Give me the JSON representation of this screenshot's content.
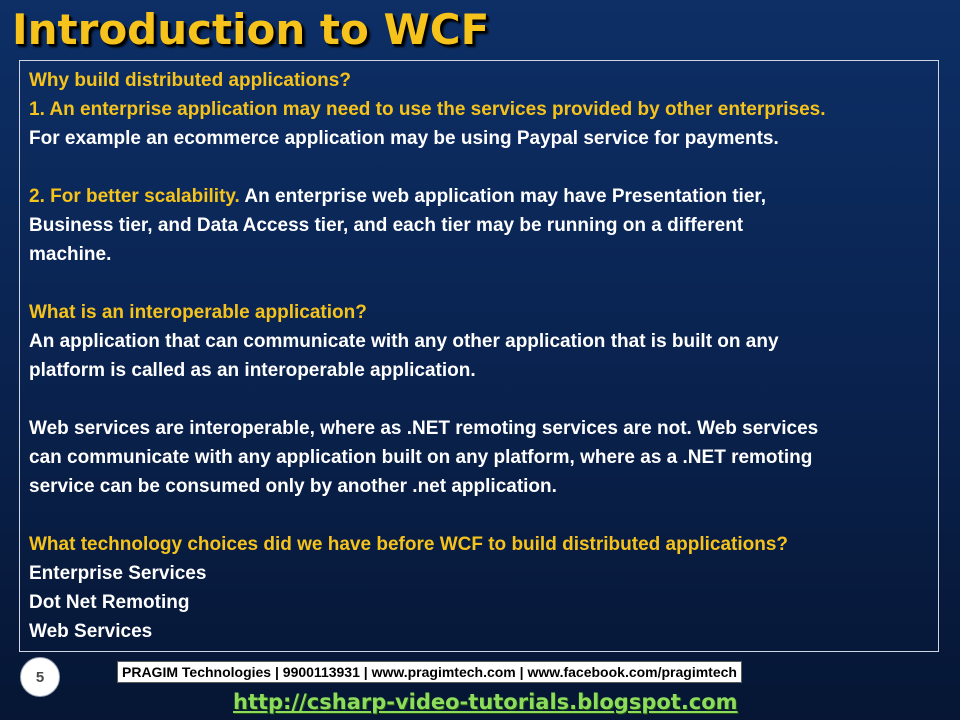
{
  "slide": {
    "title": "Introduction to WCF",
    "number": "5"
  },
  "content": {
    "q1": "Why build distributed applications?",
    "p1_line1": "1. An enterprise application may need to use the services provided by other enterprises.",
    "p1_line2": "For example an ecommerce application may be using Paypal service for payments.",
    "p2_lead": "2. For better scalability.",
    "p2_line1_rest": " An enterprise web application may have Presentation tier,",
    "p2_line2": "Business tier, and Data Access tier, and each tier may be running on a different",
    "p2_line3": "machine.",
    "q2": "What is an interoperable application?",
    "a2_line1": "An application that can communicate with any other application that is built on any",
    "a2_line2": "platform is called as an interoperable application.",
    "ws_line1": "Web services are interoperable, where as .NET remoting services are not. Web services",
    "ws_line2": "can communicate with any application built on any platform, where as a .NET remoting",
    "ws_line3": "service can be consumed only by another .net application.",
    "q3": "What technology choices did we have before WCF to build distributed applications?",
    "choices": [
      "Enterprise Services",
      "Dot Net Remoting",
      "Web Services"
    ]
  },
  "footer": {
    "company": "PRAGIM Technologies | 9900113931 | www.pragimtech.com | www.facebook.com/pragimtech",
    "blog_url": "http://csharp-video-tutorials.blogspot.com"
  },
  "colors": {
    "accent_yellow": "#f5c31c",
    "text_white": "#ffffff",
    "link_green": "#8edc5c",
    "background_blue": "#0a2452"
  }
}
